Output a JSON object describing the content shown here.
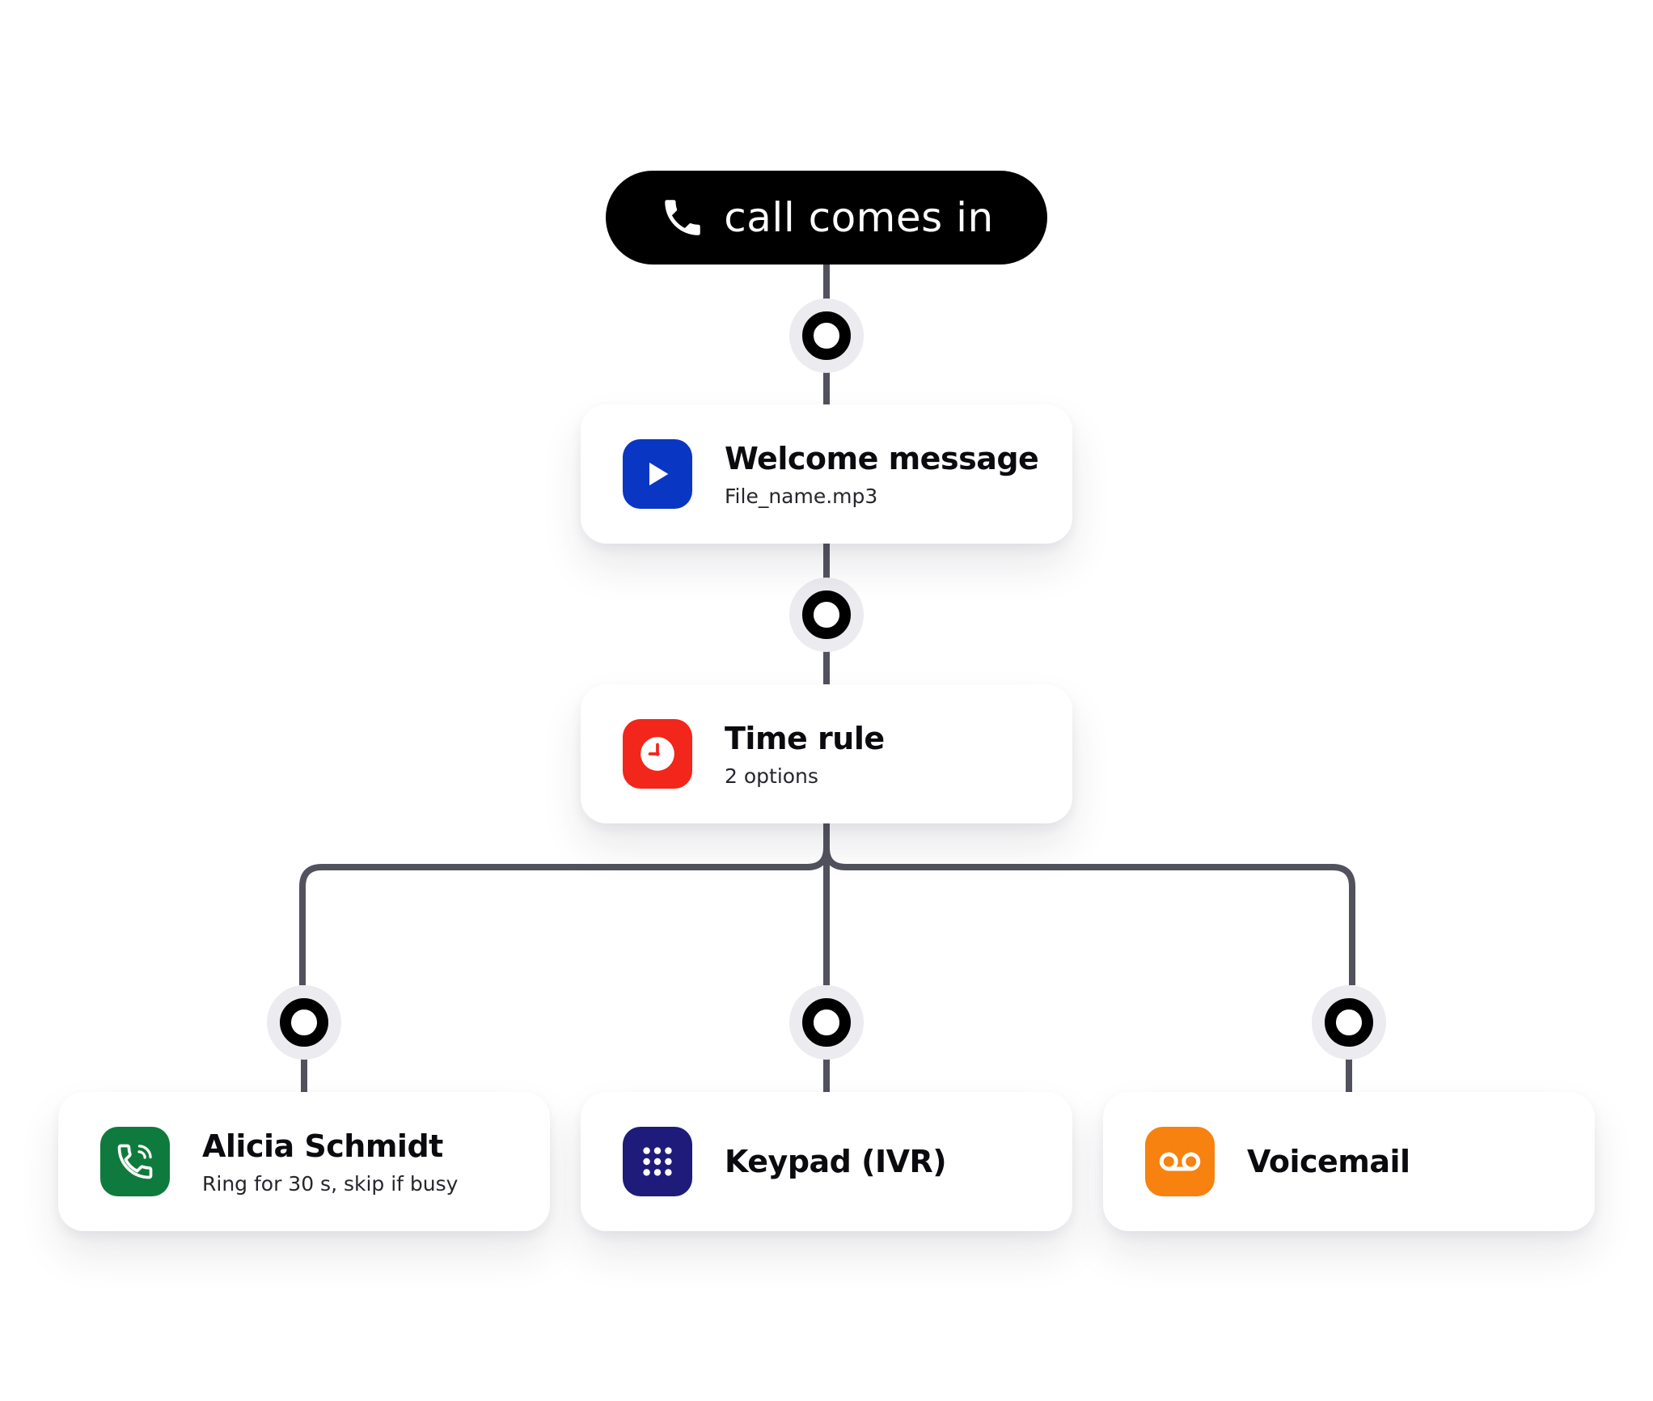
{
  "colors": {
    "background": "#ffffff",
    "connector": "#52525e",
    "junction_halo": "#ebebf0",
    "start_pill": "#000000",
    "welcome_icon": "#0a36c4",
    "time_rule_icon": "#f2261a",
    "agent_icon": "#0f7a3d",
    "keypad_icon": "#1f1b7a",
    "voicemail_icon": "#f7820f"
  },
  "start": {
    "label": "call comes in",
    "icon": "phone-icon"
  },
  "nodes": [
    {
      "id": "welcome",
      "title": "Welcome message",
      "subtitle": "File_name.mp3",
      "icon": "play-icon"
    },
    {
      "id": "time_rule",
      "title": "Time rule",
      "subtitle": "2 options",
      "icon": "clock-icon"
    },
    {
      "id": "agent",
      "title": "Alicia Schmidt",
      "subtitle": "Ring for 30 s, skip if busy",
      "icon": "phone-ringing-icon"
    },
    {
      "id": "keypad",
      "title": "Keypad (IVR)",
      "subtitle": "",
      "icon": "keypad-icon"
    },
    {
      "id": "voicemail",
      "title": "Voicemail",
      "subtitle": "",
      "icon": "voicemail-icon"
    }
  ]
}
